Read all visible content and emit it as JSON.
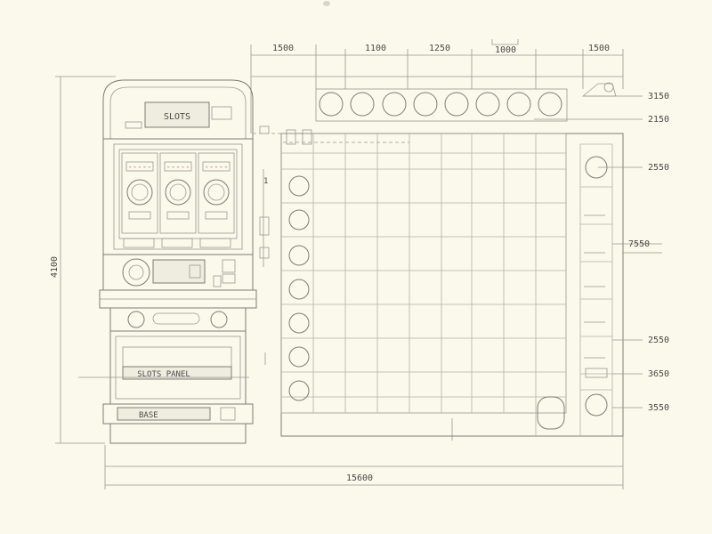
{
  "drawing": {
    "paper_color": "#fbf8ec",
    "line_color": "#7d7d76",
    "accent_color": "#b66a5a"
  },
  "cabinet": {
    "topper_sign": "SLOTS",
    "reel_labels": [
      "-----",
      "-----",
      "-----"
    ],
    "panel_plate": "SLOTS PANEL",
    "base_plate": "BASE",
    "side_marker": "1"
  },
  "dimensions": {
    "top": [
      "1500",
      "1100",
      "1250",
      "1000"
    ],
    "left_height": "4100",
    "bottom_width": "15600",
    "right": [
      "3150",
      "2150",
      "2550",
      "7550",
      "2550",
      "3650",
      "3550"
    ]
  }
}
